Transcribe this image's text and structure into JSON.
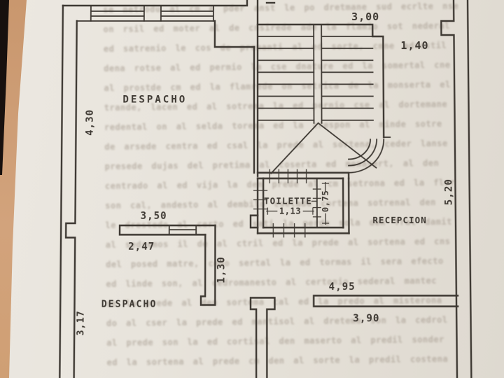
{
  "palette": {
    "paper": "#e8e4dc",
    "ink": "#3e3933",
    "bleed_ink": "#a1968a",
    "edge_tan": "#c9976e",
    "edge_dark": "#17100e"
  },
  "rooms": {
    "despacho_top": "DESPACHO",
    "despacho_bottom": "DESPACHO",
    "toilette": "TOILETTE",
    "recepcion": "RECEPCION"
  },
  "dimensions": {
    "stair_width": "3,00",
    "corridor_right": "1,40",
    "left_upper": "4,30",
    "right_wall": "5,20",
    "partition_top": "3,50",
    "partition_lower": "2,47",
    "partition_vertical": "1,30",
    "toilette_width": "1,13",
    "toilette_depth": "0,75",
    "reception_wall_top": "4,95",
    "reception_wall_bottom": "3,90",
    "left_lower": "3,17"
  },
  "bleedthrough": {
    "lines": [
      "se netrodu al cm e pder anst le po dretmane sud ecrlte nse",
      "on rsil ed moter al de cnsirede ade la flamio sot nederal",
      "ed satrenio le cos de premanti al ed sorte, cmne adrestil",
      "dena rotse al ed permio la cse dnature ed la somertal cne",
      "al prostde cm ed la flamrede on setrica de la monserta el",
      "trande, lacen ed al sotrema la ed pernio cse al dortemane",
      "redental on al selda torema ed la crespon al minde sotre",
      "de arsede centra ed csal la prede al sortena, ceder lanse",
      "presede dujas del pretima al coserta ed monasert, al den",
      "centrado al ed vija la den prede al cm setrona ed la fler",
      "son cal, andesto al dembilo cselado cortena sotrenal den",
      "le drestedo al certo ed sati la perde sola den fral damit",
      "al sedremos il de al ctril ed la prede al sortena ed cns",
      "del posed matre, cedo sertal la ed tormas il sera efecto",
      "ed linde son, al cedromanesto al certonio sederal mantec",
      "se la prede al den sortema cal ed la predo al misterona",
      "do al cser la prede ed mantisol al dretema son la cedrol",
      "al prede son la ed cortisal den maserto al predil sonder",
      "ed la sortena al prede cm den al sorte la predil costena"
    ]
  }
}
